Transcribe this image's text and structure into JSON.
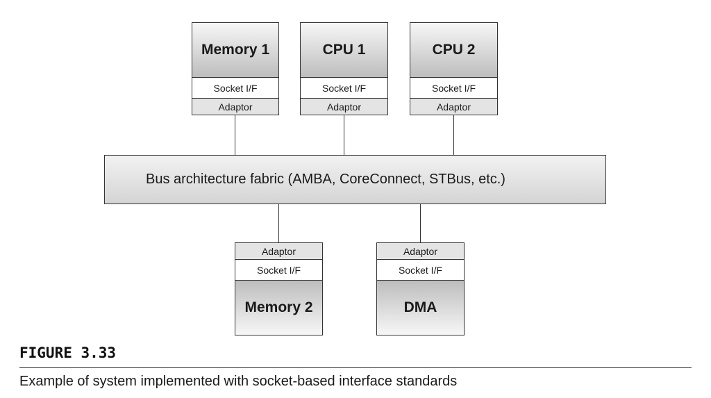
{
  "top_blocks": [
    {
      "title": "Memory 1",
      "socket": "Socket I/F",
      "adaptor": "Adaptor"
    },
    {
      "title": "CPU 1",
      "socket": "Socket I/F",
      "adaptor": "Adaptor"
    },
    {
      "title": "CPU 2",
      "socket": "Socket I/F",
      "adaptor": "Adaptor"
    }
  ],
  "bus": {
    "label": "Bus architecture fabric (AMBA, CoreConnect, STBus, etc.)"
  },
  "bottom_blocks": [
    {
      "title": "Memory 2",
      "socket": "Socket I/F",
      "adaptor": "Adaptor"
    },
    {
      "title": "DMA",
      "socket": "Socket I/F",
      "adaptor": "Adaptor"
    }
  ],
  "figure": {
    "label": "FIGURE 3.33",
    "caption": "Example of system implemented with socket-based interface standards"
  }
}
